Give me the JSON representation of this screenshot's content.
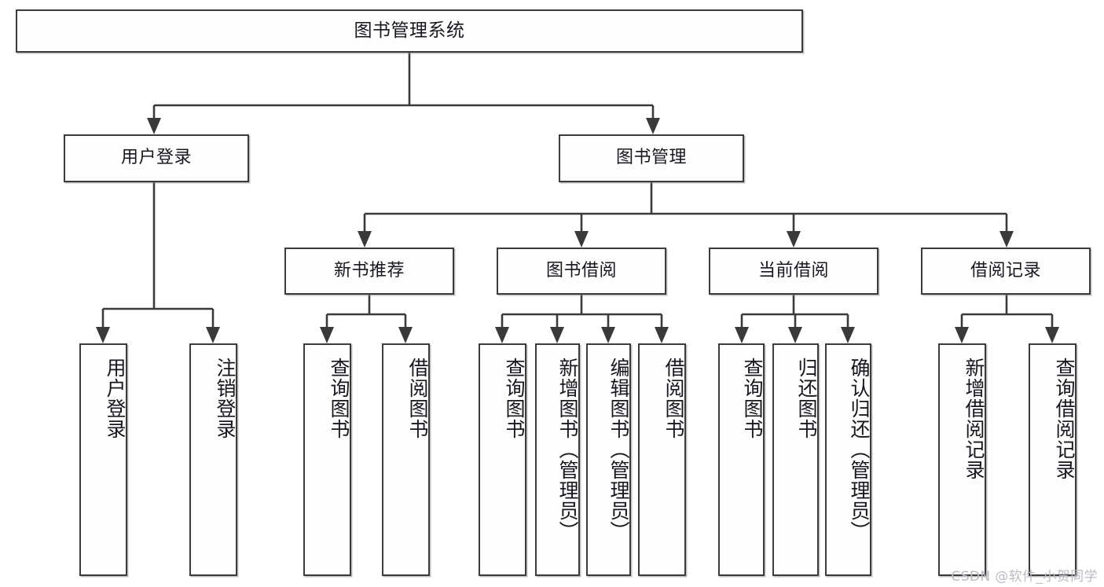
{
  "diagram": {
    "title": "图书管理系统",
    "type": "functional-structure-tree",
    "root": {
      "label": "图书管理系统"
    },
    "level1": [
      {
        "label": "用户登录"
      },
      {
        "label": "图书管理"
      }
    ],
    "level2": [
      {
        "label": "新书推荐"
      },
      {
        "label": "图书借阅"
      },
      {
        "label": "当前借阅"
      },
      {
        "label": "借阅记录"
      }
    ],
    "leaves": {
      "user_login": [
        {
          "label": "用户登录"
        },
        {
          "label": "注销登录"
        }
      ],
      "new_book_recommend": [
        {
          "label": "查询图书"
        },
        {
          "label": "借阅图书"
        }
      ],
      "book_borrow": [
        {
          "label": "查询图书"
        },
        {
          "label": "新增图书（管理员）"
        },
        {
          "label": "编辑图书（管理员）"
        },
        {
          "label": "借阅图书"
        }
      ],
      "current_borrow": [
        {
          "label": "查询图书"
        },
        {
          "label": "归还图书"
        },
        {
          "label": "确认归还（管理员）"
        }
      ],
      "borrow_record": [
        {
          "label": "新增借阅记录"
        },
        {
          "label": "查询借阅记录"
        }
      ]
    }
  },
  "watermark": {
    "text": "CSDN @软件_小贺同学"
  },
  "colors": {
    "border": "#3b3b3b",
    "text": "#16181d",
    "background": "#ffffff",
    "watermark": "#b9bcc2"
  }
}
